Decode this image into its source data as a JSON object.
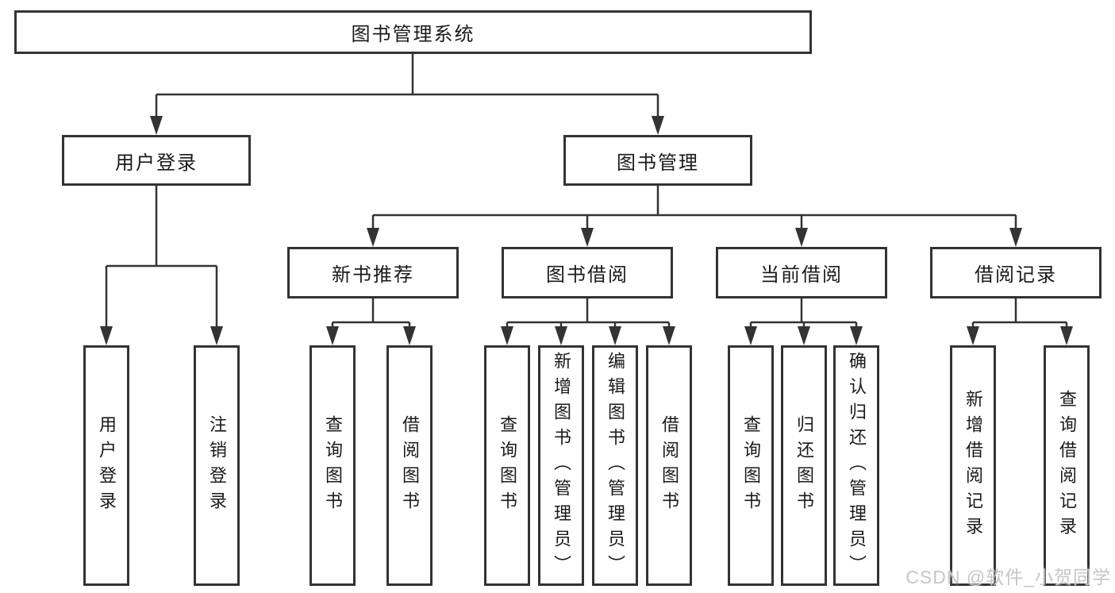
{
  "diagram": {
    "root": {
      "label": "图书管理系统",
      "children": [
        {
          "label": "用户登录",
          "children": [
            {
              "label": "用户登录"
            },
            {
              "label": "注销登录"
            }
          ]
        },
        {
          "label": "图书管理",
          "children": [
            {
              "label": "新书推荐",
              "children": [
                {
                  "label": "查询图书"
                },
                {
                  "label": "借阅图书"
                }
              ]
            },
            {
              "label": "图书借阅",
              "children": [
                {
                  "label": "查询图书"
                },
                {
                  "label": "新增图书（管理员）"
                },
                {
                  "label": "编辑图书（管理员）"
                },
                {
                  "label": "借阅图书"
                }
              ]
            },
            {
              "label": "当前借阅",
              "children": [
                {
                  "label": "查询图书"
                },
                {
                  "label": "归还图书"
                },
                {
                  "label": "确认归还（管理员）"
                }
              ]
            },
            {
              "label": "借阅记录",
              "children": [
                {
                  "label": "新增借阅记录"
                },
                {
                  "label": "查询借阅记录"
                }
              ]
            }
          ]
        }
      ]
    }
  },
  "watermark": {
    "text": "CSDN @软件_小贺同学"
  },
  "colors": {
    "line": "#333333",
    "box_border": "#333333",
    "box_fill": "#ffffff",
    "text": "#1a1a1a",
    "watermark": "#c6c6c6",
    "background": "#ffffff"
  }
}
